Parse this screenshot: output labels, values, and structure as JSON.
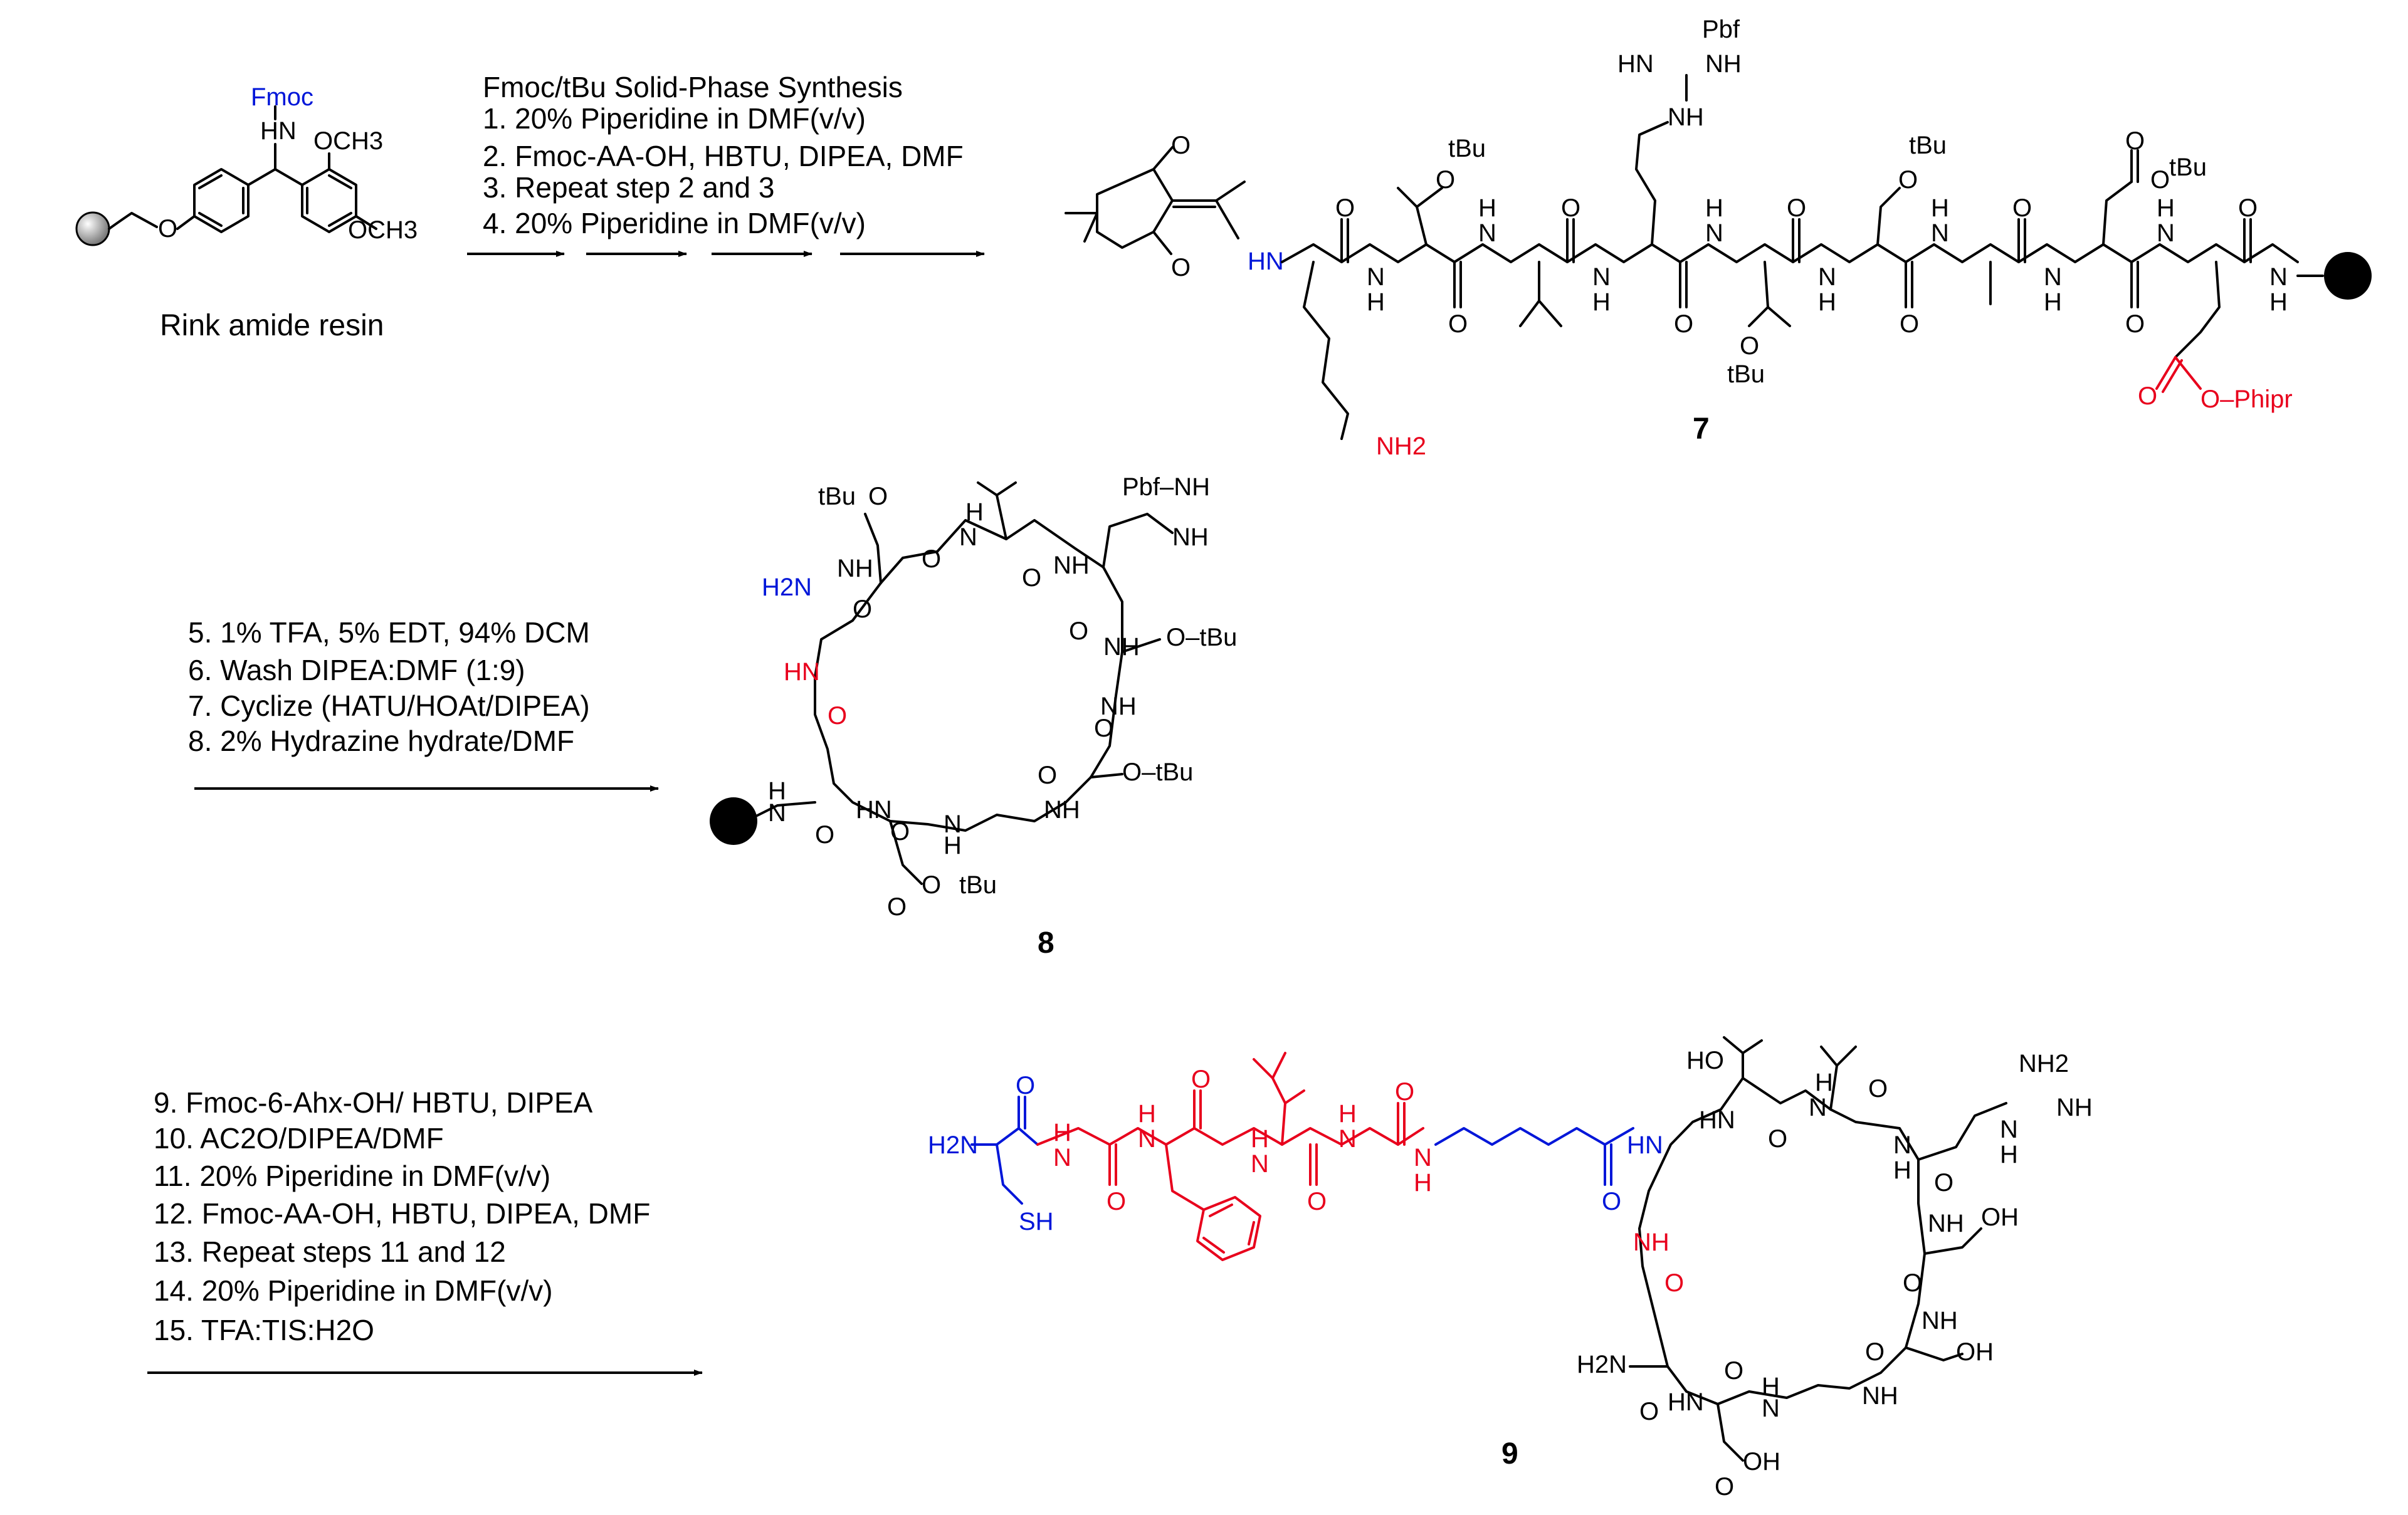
{
  "resin": {
    "caption": "Rink amide resin",
    "fmoc": "Fmoc",
    "hn": "HN",
    "och3_top": "OCH3",
    "och3_bottom": "OCH3",
    "o": "O"
  },
  "synthesis_header": "Fmoc/tBu Solid-Phase Synthesis",
  "steps_a": [
    "1. 20% Piperidine in DMF(v/v)",
    "2. Fmoc-AA-OH, HBTU, DIPEA, DMF",
    "3. Repeat step 2 and 3",
    "4. 20% Piperidine in DMF(v/v)"
  ],
  "steps_b": [
    "5. 1% TFA, 5% EDT, 94% DCM",
    "6. Wash DIPEA:DMF (1:9)",
    "7. Cyclize (HATU/HOAt/DIPEA)",
    "8. 2% Hydrazine hydrate/DMF"
  ],
  "steps_c": [
    "9. Fmoc-6-Ahx-OH/ HBTU, DIPEA",
    "10. AC2O/DIPEA/DMF",
    "11. 20% Piperidine in DMF(v/v)",
    "12. Fmoc-AA-OH, HBTU, DIPEA, DMF",
    "13. Repeat steps 11 and 12",
    "14. 20% Piperidine in DMF(v/v)",
    "15. TFA:TIS:H2O"
  ],
  "compound7": {
    "number": "7",
    "labels": {
      "hn_dde": "HN",
      "nh2": "NH2",
      "n": "N",
      "h": "H",
      "o": "O",
      "tbu": "tBu",
      "pbf": "Pbf",
      "hn": "HN",
      "nh": "NH",
      "o_phipr": "O–Phipr"
    }
  },
  "compound8": {
    "number": "8",
    "labels": {
      "h2n": "H2N",
      "hn": "HN",
      "nh": "NH",
      "o": "O",
      "tbu": "tBu",
      "o_tbu": "O–tBu",
      "pbf_nh": "Pbf–NH",
      "h": "H",
      "n": "N"
    }
  },
  "compound9": {
    "number": "9",
    "labels": {
      "h2n": "H2N",
      "nh2": "NH2",
      "sh": "SH",
      "n": "N",
      "h": "H",
      "hn": "HN",
      "nh": "NH",
      "o": "O",
      "ho": "HO",
      "oh": "OH"
    }
  },
  "colors": {
    "red": "#e8001c",
    "blue": "#0016d9",
    "black": "#000000"
  }
}
